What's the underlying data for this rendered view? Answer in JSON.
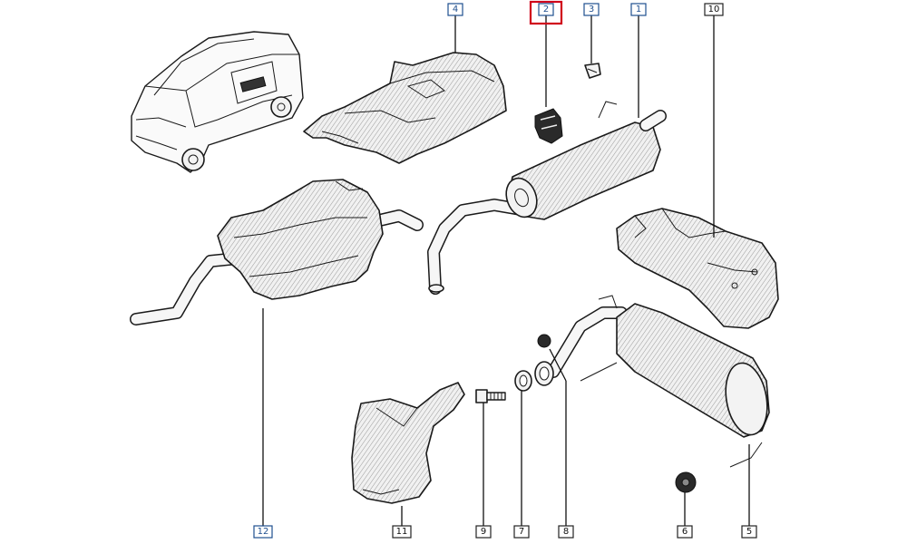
{
  "diagram": {
    "callouts": [
      {
        "id": "c1",
        "label": "1",
        "style": "blue"
      },
      {
        "id": "c2",
        "label": "2",
        "style": "blue",
        "highlighted": true
      },
      {
        "id": "c3",
        "label": "3",
        "style": "blue"
      },
      {
        "id": "c4",
        "label": "4",
        "style": "blue"
      },
      {
        "id": "c5",
        "label": "5",
        "style": "plain"
      },
      {
        "id": "c6",
        "label": "6",
        "style": "plain"
      },
      {
        "id": "c7",
        "label": "7",
        "style": "plain"
      },
      {
        "id": "c8",
        "label": "8",
        "style": "plain"
      },
      {
        "id": "c9",
        "label": "9",
        "style": "plain"
      },
      {
        "id": "c10",
        "label": "10",
        "style": "plain"
      },
      {
        "id": "c11",
        "label": "11",
        "style": "plain"
      },
      {
        "id": "c12",
        "label": "12",
        "style": "blue"
      }
    ],
    "colors": {
      "callout_blue": "#1f4f8f",
      "highlight_red": "#d0021b",
      "line": "#1a1a1a"
    }
  }
}
